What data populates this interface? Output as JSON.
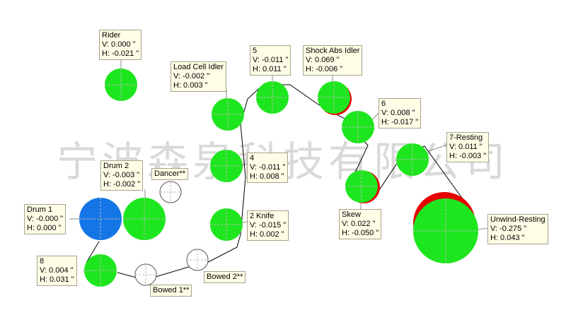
{
  "watermark": "宁波森泉科技有限公司",
  "colors": {
    "pulley_green": "#1ee61e",
    "drum_blue": "#1476e6",
    "offset_red": "#e60000",
    "web_line": "#000000",
    "label_bg": "#fffde6"
  },
  "rollers": [
    {
      "id": "rider",
      "name": "Rider",
      "v": "V: 0.000 \"",
      "h": "H: -0.021 \""
    },
    {
      "id": "load-cell-idler",
      "name": "Load Cell Idler",
      "v": "V: -0.002 \"",
      "h": "H: 0.003 \""
    },
    {
      "id": "r5",
      "name": "5",
      "v": "V: -0.011 \"",
      "h": "H: 0.011 \""
    },
    {
      "id": "shock-abs-idler",
      "name": "Shock Abs Idler",
      "v": "V: 0.069 \"",
      "h": "H: -0.006 \""
    },
    {
      "id": "r6",
      "name": "6",
      "v": "V: 0.008 \"",
      "h": "H: -0.017 \""
    },
    {
      "id": "r7-resting",
      "name": "7-Resting",
      "v": "V: 0.011 \"",
      "h": "H: -0.003 \""
    },
    {
      "id": "drum2",
      "name": "Drum 2",
      "v": "V: -0.003 \"",
      "h": "H: -0.002 \""
    },
    {
      "id": "r4",
      "name": "4",
      "v": "V: -0.011 \"",
      "h": "H: 0.008 \""
    },
    {
      "id": "drum1",
      "name": "Drum 1",
      "v": "V: -0.000 \"",
      "h": "H: 0.000 \""
    },
    {
      "id": "knife2",
      "name": "2 Knife",
      "v": "V: -0.015 \"",
      "h": "H: 0.002 \""
    },
    {
      "id": "skew",
      "name": "Skew",
      "v": "V: 0.022 \"",
      "h": "H: -0.050 \""
    },
    {
      "id": "unwind-resting",
      "name": "Unwind-Resting",
      "v": "V: -0.275 \"",
      "h": "H: 0.043 \""
    },
    {
      "id": "r8",
      "name": "8",
      "v": "V: 0.004 \"",
      "h": "H: 0.031 \""
    }
  ],
  "markers": {
    "dancer": "Dancer**",
    "bowed1": "Bowed 1**",
    "bowed2": "Bowed 2**"
  }
}
